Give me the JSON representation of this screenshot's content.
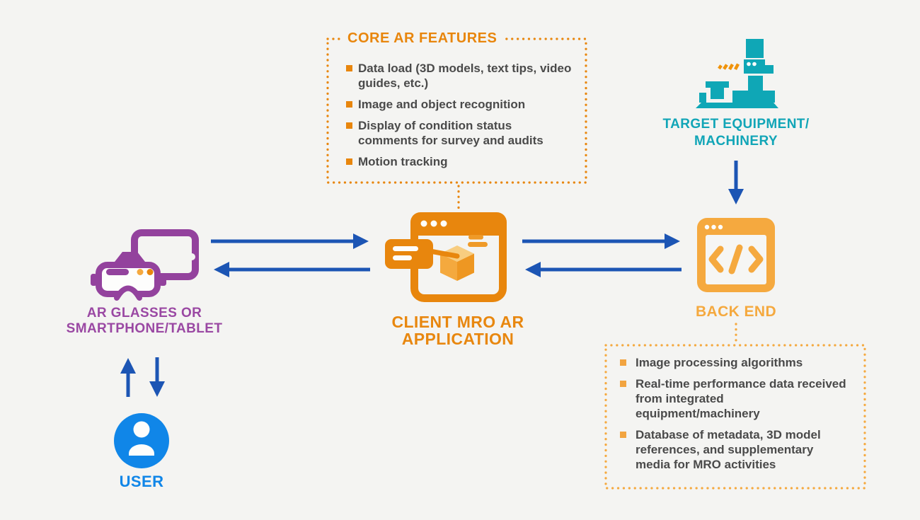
{
  "background": "#f4f4f2",
  "palette": {
    "orange": "#e8860d",
    "orange_light": "#f5a93f",
    "teal": "#11a5b7",
    "purple": "#9a48a3",
    "arrow_blue": "#1c55b4",
    "user_blue": "#1086e8",
    "text_gray": "#4a4a4a"
  },
  "core_features": {
    "title": "CORE AR FEATURES",
    "items": [
      "Data load (3D models, text tips, video guides, etc.)",
      "Image and object recognition",
      "Display of condition status comments for survey and audits",
      "Motion tracking"
    ]
  },
  "backend_features": {
    "items": [
      "Image processing algorithms",
      "Real-time performance data received from integrated equipment/machinery",
      "Database of metadata, 3D model references, and supplementary media for MRO activities"
    ]
  },
  "nodes": {
    "device": {
      "lines": [
        "AR GLASSES OR",
        "SMARTPHONE/TABLET"
      ]
    },
    "client_app": {
      "lines": [
        "CLIENT MRO AR",
        "APPLICATION"
      ]
    },
    "back_end": {
      "label": "BACK END"
    },
    "target_equipment": {
      "lines": [
        "TARGET EQUIPMENT/",
        "MACHINERY"
      ]
    },
    "user": {
      "label": "USER"
    }
  }
}
